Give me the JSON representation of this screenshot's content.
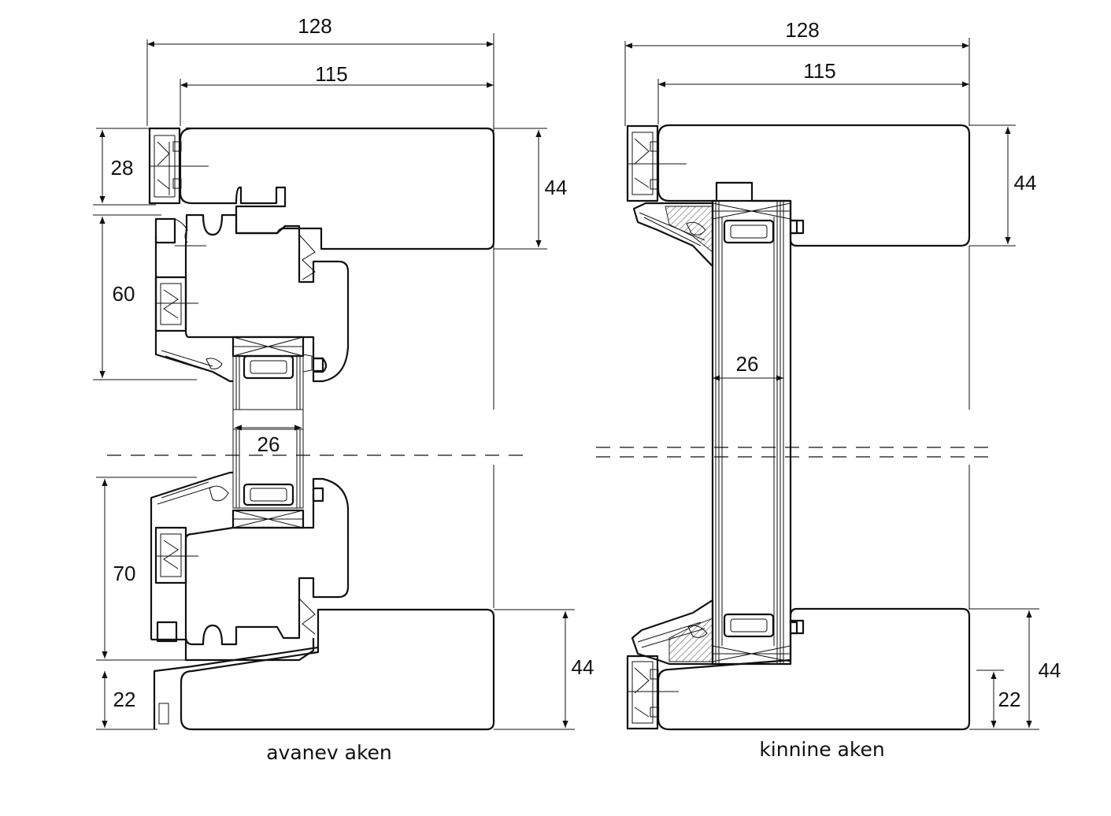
{
  "drawings": {
    "left": {
      "caption": "avanev aken",
      "dims": {
        "overall_width": "128",
        "frame_width": "115",
        "top_profile_depth": "28",
        "sash_top_height": "60",
        "sash_bottom_height": "70",
        "bottom_profile_depth": "22",
        "frame_top_height": "44",
        "frame_bottom_height": "44",
        "glass_thickness": "26"
      }
    },
    "right": {
      "caption": "kinnine aken",
      "dims": {
        "overall_width": "128",
        "frame_width": "115",
        "frame_top_height": "44",
        "frame_bottom_height": "44",
        "glass_thickness": "26",
        "bottom_profile_depth": "22"
      }
    }
  }
}
